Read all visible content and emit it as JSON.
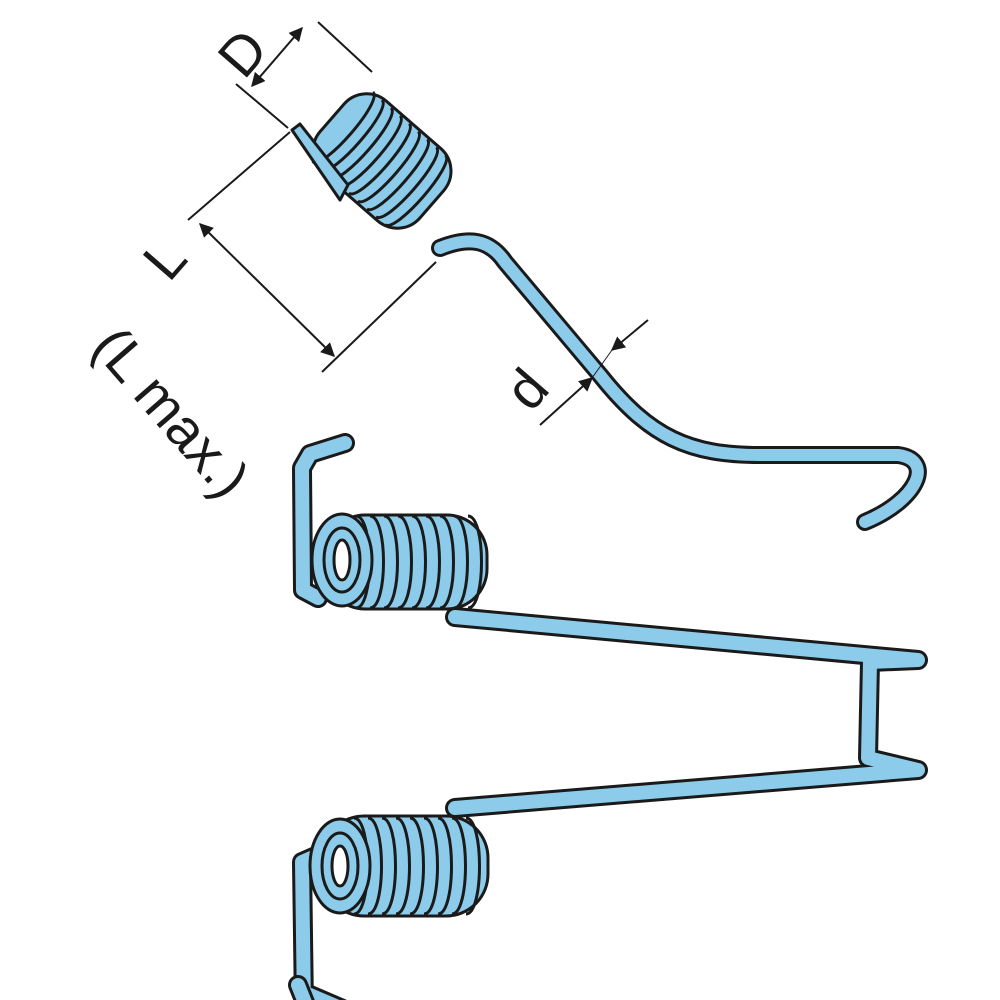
{
  "colors": {
    "spring_fill": "#8ccbea",
    "outline": "#1a1a1a",
    "dimension_line": "#1a1a1a"
  },
  "labels": {
    "coil_diameter": "D",
    "body_length": "L",
    "body_length_note": "(L max.)",
    "wire_diameter": "d"
  }
}
